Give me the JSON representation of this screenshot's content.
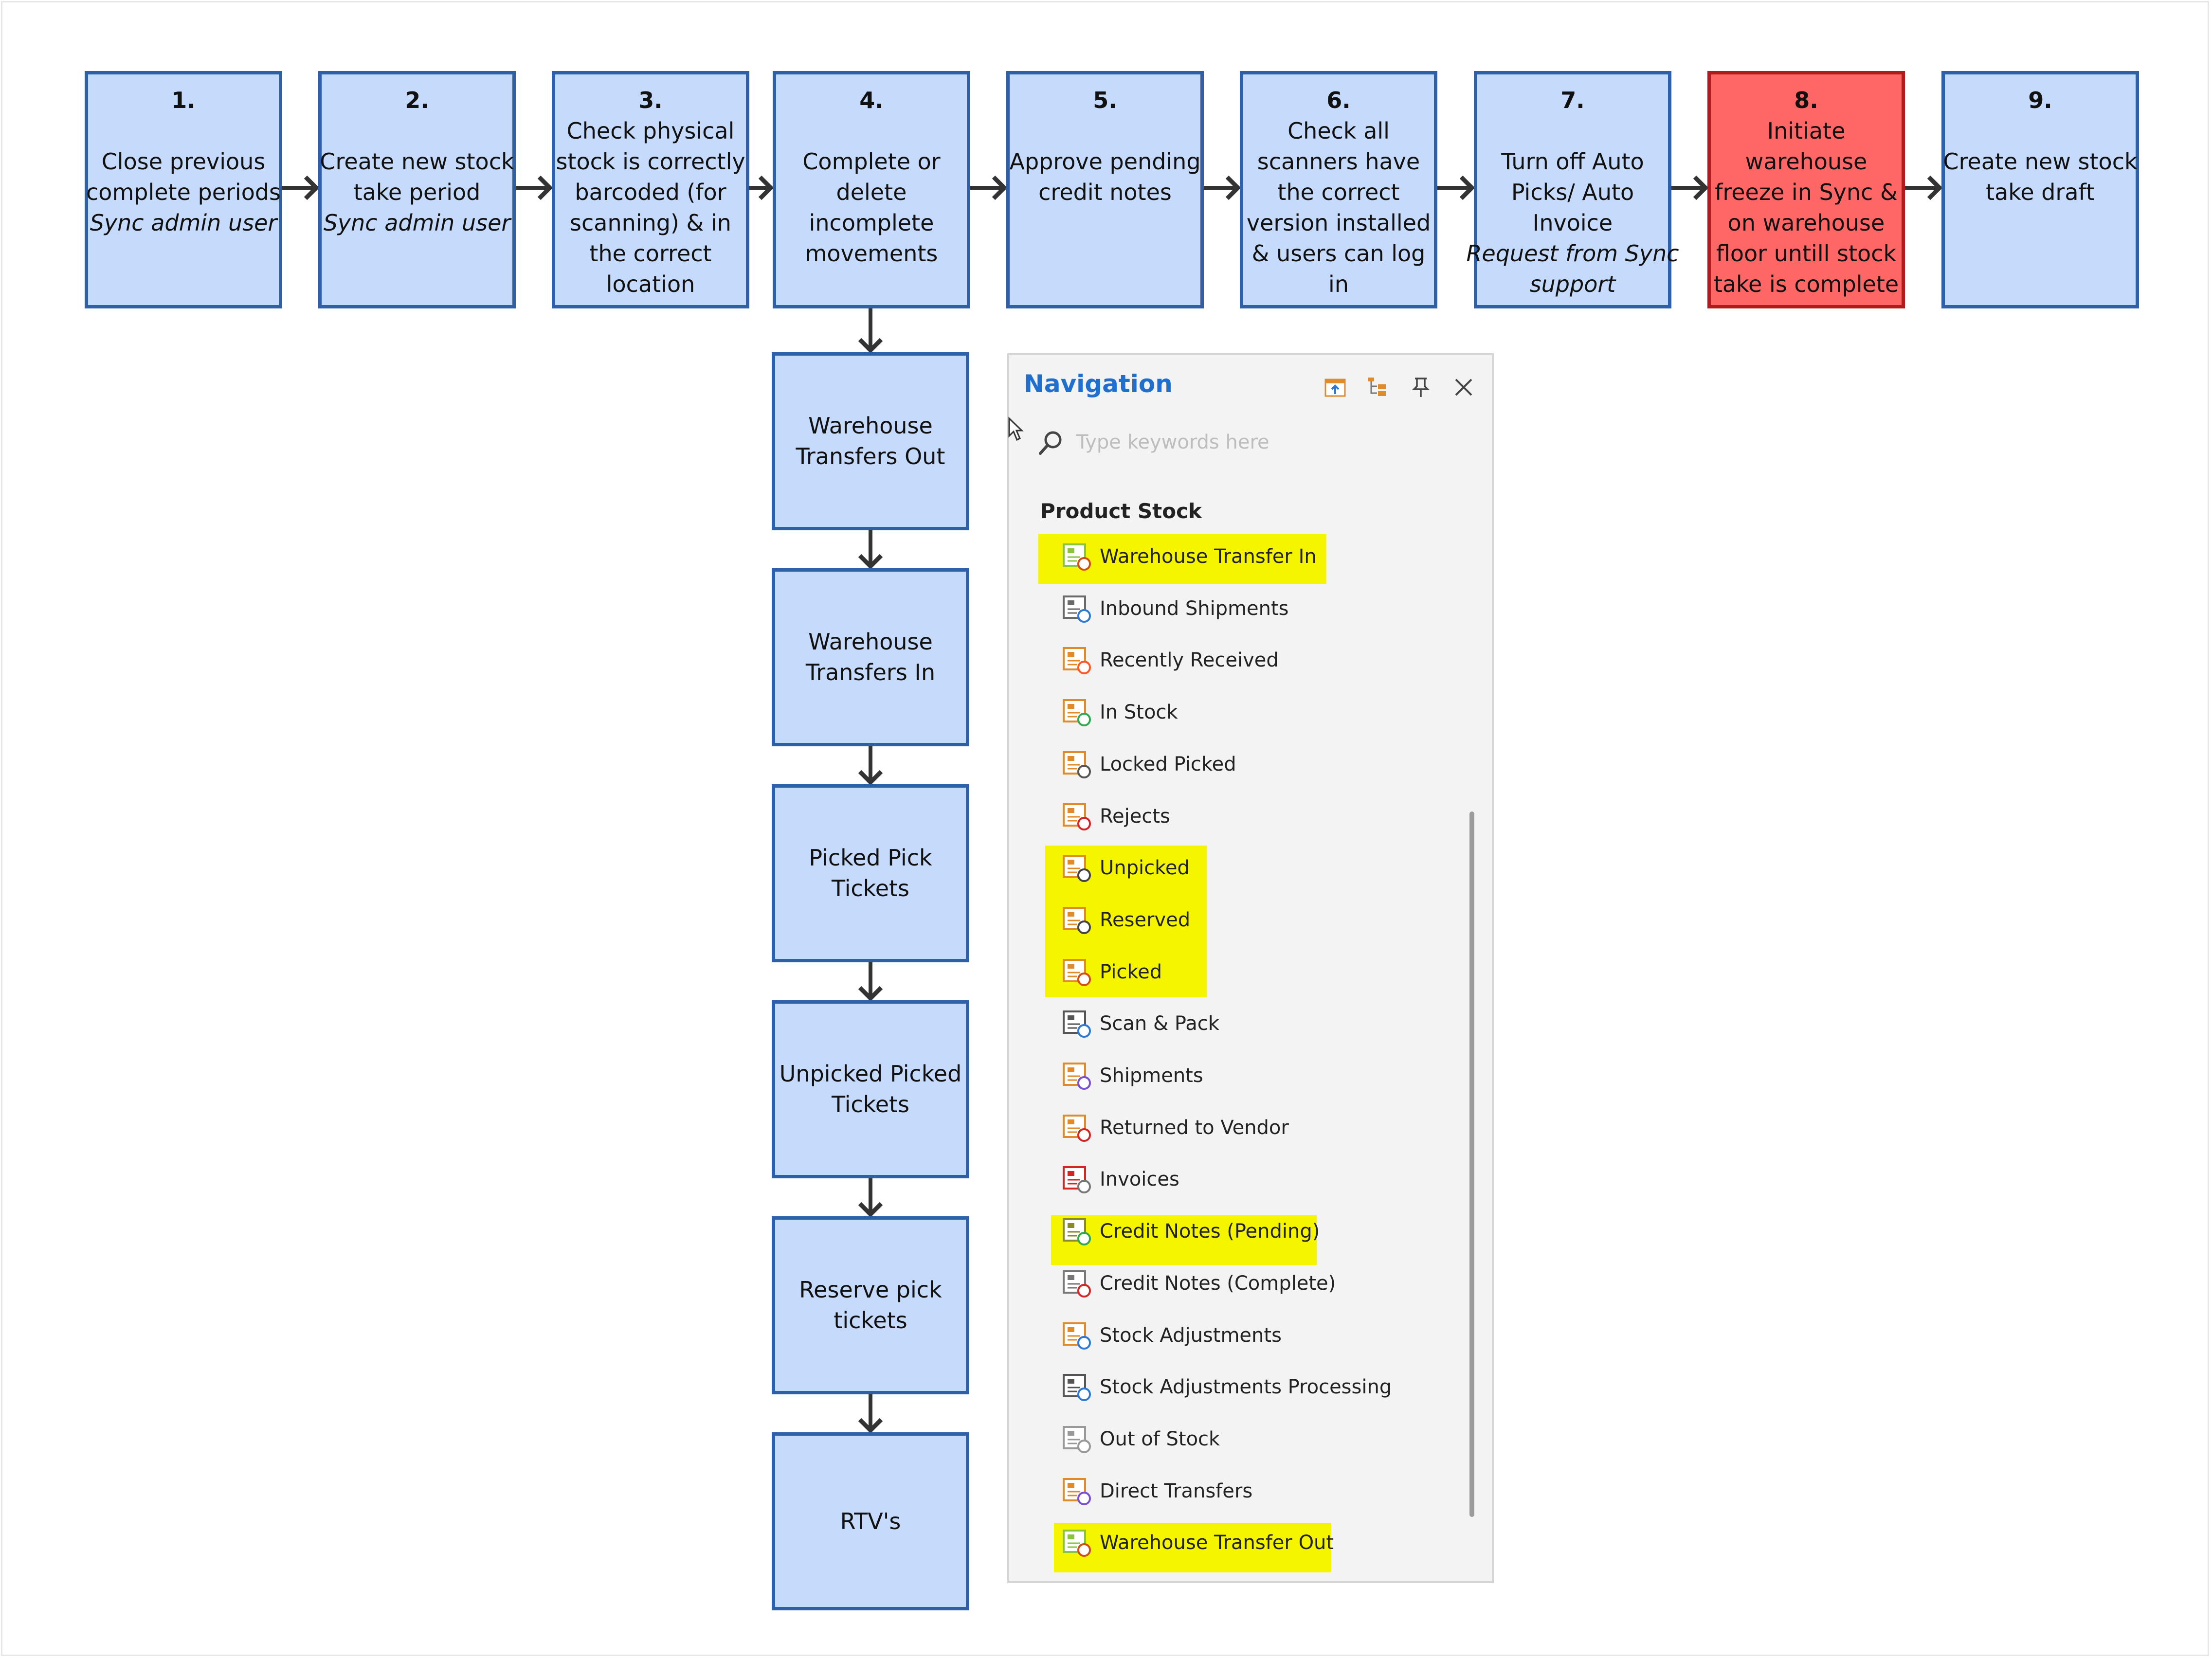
{
  "steps": [
    {
      "number": "1.",
      "lines": [
        "Close previous",
        "complete periods"
      ],
      "italic": [
        "Sync admin user"
      ],
      "color": "#c6dbfb"
    },
    {
      "number": "2.",
      "lines": [
        "Create new stock",
        "take period"
      ],
      "italic": [
        "Sync admin user"
      ],
      "color": "#c6dbfb"
    },
    {
      "number": "3.",
      "lines": [
        "Check physical",
        "stock is correctly",
        "barcoded (for",
        "scanning) & in",
        "the correct",
        "location"
      ],
      "italic": [],
      "color": "#c6dbfb"
    },
    {
      "number": "4.",
      "lines": [
        "Complete or",
        "delete",
        "incomplete",
        "movements"
      ],
      "italic": [],
      "color": "#c6dbfb"
    },
    {
      "number": "5.",
      "lines": [
        "Approve pending",
        "credit notes"
      ],
      "italic": [],
      "color": "#c6dbfb"
    },
    {
      "number": "6.",
      "lines": [
        "Check all",
        "scanners have",
        "the correct",
        "version installed",
        "& users can log",
        "in"
      ],
      "italic": [],
      "color": "#c6dbfb"
    },
    {
      "number": "7.",
      "lines": [
        "Turn off Auto",
        "Picks/ Auto",
        "Invoice"
      ],
      "italic": [
        "Request from Sync",
        "support"
      ],
      "color": "#c6dbfb"
    },
    {
      "number": "8.",
      "lines": [
        "Initiate",
        "warehouse",
        "freeze in Sync &",
        "on warehouse",
        "floor untill stock",
        "take is complete"
      ],
      "italic": [],
      "color": "#ff6666"
    },
    {
      "number": "9.",
      "lines": [
        "Create new stock",
        "take draft"
      ],
      "italic": [],
      "color": "#c6dbfb"
    }
  ],
  "substeps": [
    {
      "lines": [
        "Warehouse",
        "Transfers Out"
      ]
    },
    {
      "lines": [
        "Warehouse",
        "Transfers In"
      ]
    },
    {
      "lines": [
        "Picked Pick",
        "Tickets"
      ]
    },
    {
      "lines": [
        "Unpicked Picked",
        "Tickets"
      ]
    },
    {
      "lines": [
        "Reserve pick",
        "tickets"
      ]
    },
    {
      "lines": [
        "RTV's"
      ]
    }
  ],
  "navigation": {
    "title": "Navigation",
    "search_placeholder": "Type keywords here",
    "section_label": "Product Stock",
    "highlight_color": "#f5f500",
    "items": [
      {
        "label": "Warehouse Transfer In",
        "icon": "warehouse-transfer-in-icon",
        "highlighted": true
      },
      {
        "label": "Inbound Shipments",
        "icon": "inbound-shipments-icon",
        "highlighted": false
      },
      {
        "label": "Recently Received",
        "icon": "recently-received-icon",
        "highlighted": false
      },
      {
        "label": "In Stock",
        "icon": "in-stock-icon",
        "highlighted": false
      },
      {
        "label": "Locked Picked",
        "icon": "locked-picked-icon",
        "highlighted": false
      },
      {
        "label": "Rejects",
        "icon": "rejects-icon",
        "highlighted": false
      },
      {
        "label": "Unpicked",
        "icon": "unpicked-icon",
        "highlighted": true
      },
      {
        "label": "Reserved",
        "icon": "reserved-icon",
        "highlighted": true
      },
      {
        "label": "Picked",
        "icon": "picked-icon",
        "highlighted": true
      },
      {
        "label": "Scan & Pack",
        "icon": "scan-pack-icon",
        "highlighted": false
      },
      {
        "label": "Shipments",
        "icon": "shipments-icon",
        "highlighted": false
      },
      {
        "label": "Returned to Vendor",
        "icon": "returned-to-vendor-icon",
        "highlighted": false
      },
      {
        "label": "Invoices",
        "icon": "invoices-icon",
        "highlighted": false
      },
      {
        "label": "Credit Notes (Pending)",
        "icon": "credit-notes-pending-icon",
        "highlighted": true
      },
      {
        "label": "Credit Notes (Complete)",
        "icon": "credit-notes-complete-icon",
        "highlighted": false
      },
      {
        "label": "Stock Adjustments",
        "icon": "stock-adjustments-icon",
        "highlighted": false
      },
      {
        "label": "Stock Adjustments Processing",
        "icon": "stock-adjustments-processing-icon",
        "highlighted": false
      },
      {
        "label": "Out of Stock",
        "icon": "out-of-stock-icon",
        "highlighted": false
      },
      {
        "label": "Direct Transfers",
        "icon": "direct-transfers-icon",
        "highlighted": false
      },
      {
        "label": "Warehouse Transfer Out",
        "icon": "warehouse-transfer-out-icon",
        "highlighted": true
      }
    ]
  }
}
